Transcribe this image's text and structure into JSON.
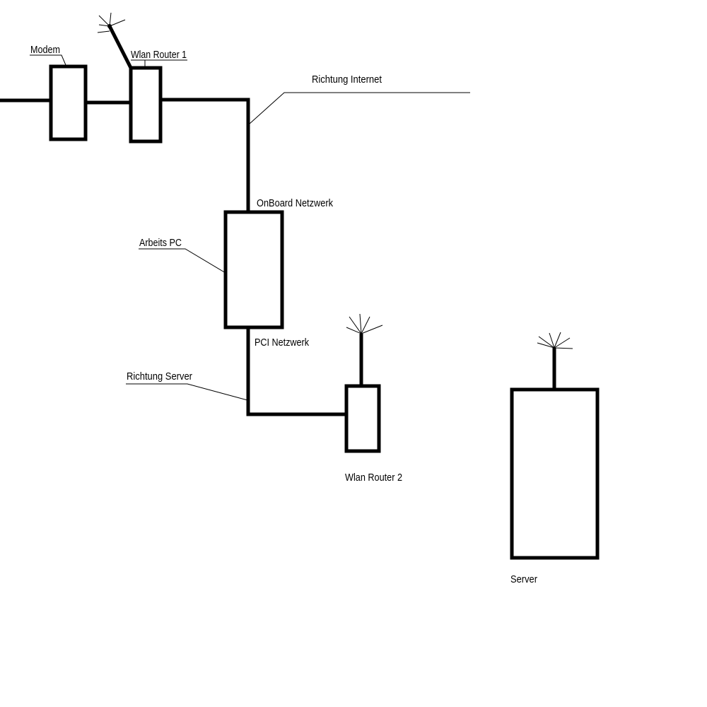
{
  "diagram": {
    "labels": {
      "modem": "Modem",
      "wlan_router_1": "Wlan Router 1",
      "richtung_internet": "Richtung Internet",
      "onboard_netzwerk": "OnBoard Netzwerk",
      "arbeits_pc": "Arbeits PC",
      "pci_netzwerk": "PCI Netzwerk",
      "richtung_server": "Richtung Server",
      "wlan_router_2": "Wlan Router 2",
      "server": "Server"
    },
    "colors": {
      "stroke": "#000000",
      "background": "#ffffff"
    }
  }
}
